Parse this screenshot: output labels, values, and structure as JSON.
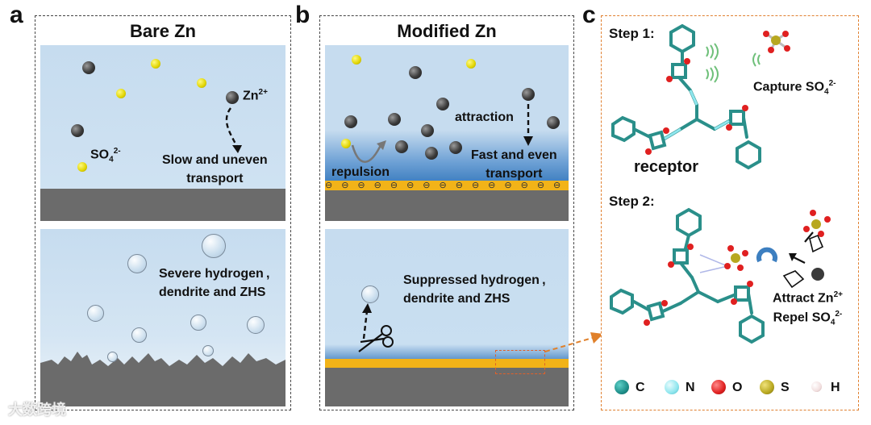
{
  "panel_a": {
    "letter": "a",
    "title": "Bare Zn",
    "zn_label": "Zn",
    "zn_charge": "2+",
    "so4_base": "SO",
    "so4_sub": "4",
    "so4_charge": "2-",
    "transport_line1": "Slow and uneven",
    "transport_line2": "transport",
    "hydrogen_line1": "Severe hydrogen ,",
    "hydrogen_line2": "dendrite and ZHS"
  },
  "panel_b": {
    "letter": "b",
    "title": "Modified Zn",
    "attraction": "attraction",
    "repulsion": "repulsion",
    "transport_line1": "Fast and even",
    "transport_line2": "transport",
    "hydrogen_line1": "Suppressed hydrogen ,",
    "hydrogen_line2": "dendrite and ZHS",
    "surface_charge": "⊖"
  },
  "panel_c": {
    "letter": "c",
    "step1": "Step 1:",
    "capture_base": "Capture SO",
    "capture_sub": "4",
    "capture_charge": "2-",
    "receptor": "receptor",
    "step2": "Step 2:",
    "attract_base": "Attract Zn",
    "attract_charge": "2+",
    "repel_base": "Repel SO",
    "repel_sub": "4",
    "repel_charge": "2-",
    "legend": [
      {
        "symbol": "C",
        "color": "#1f8f8a"
      },
      {
        "symbol": "N",
        "color": "#8fe6ee"
      },
      {
        "symbol": "O",
        "color": "#e02020"
      },
      {
        "symbol": "S",
        "color": "#b8a820"
      },
      {
        "symbol": "H",
        "color": "#f2e0e0"
      }
    ]
  },
  "watermark": "大数跨境",
  "colors": {
    "electrolyte": "#c9def0",
    "zinc": "#6b6b6b",
    "coating": "#f2b318",
    "c_panel_border": "#e08030",
    "deposit_box": "#e0602a"
  }
}
